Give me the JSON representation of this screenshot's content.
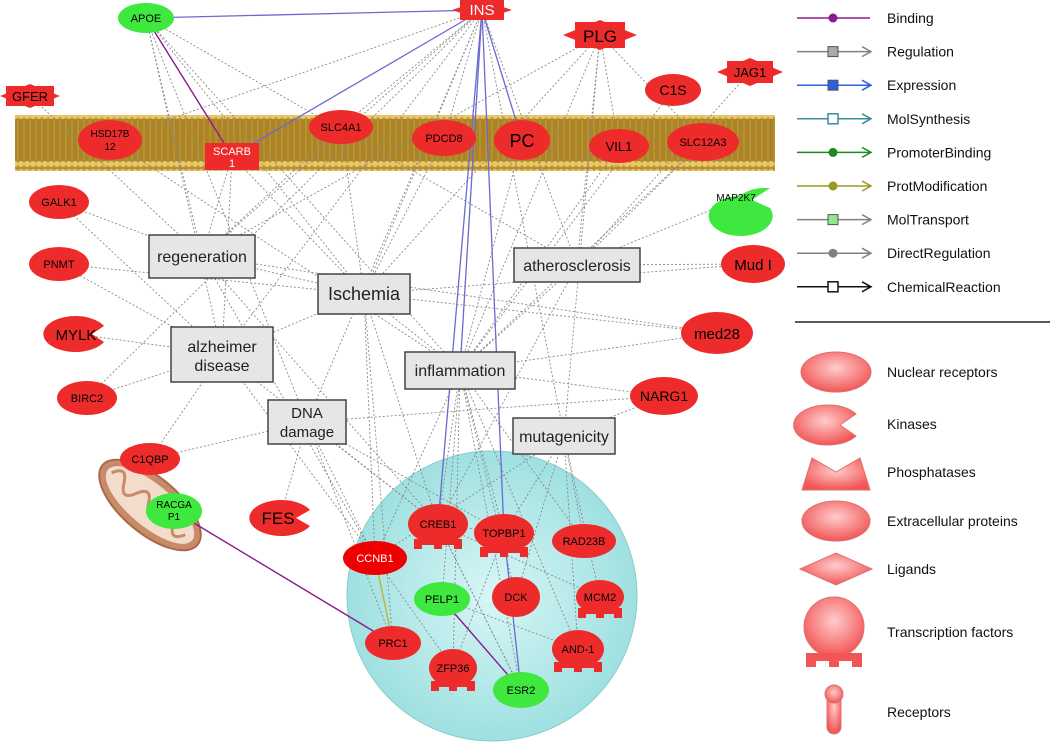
{
  "network": {
    "membrane_color": "#c9a227",
    "nucleus_color": "#9fe0e0",
    "upregulated_color": "#ee2b2b",
    "downregulated_color": "#3ee83e",
    "edge_color": "#888888",
    "binding_color": "#8b1a8b",
    "expression_color": "#6a6ad0",
    "nodes": {
      "apoe": "APOE",
      "ins": "INS",
      "plg": "PLG",
      "gfer": "GFER",
      "jag1": "JAG1",
      "c1s": "C1S",
      "hsd17b12_a": "HSD17B",
      "hsd17b12_b": "12",
      "scarb1_a": "SCARB",
      "scarb1_b": "1",
      "slc4a1": "SLC4A1",
      "pdcd8": "PDCD8",
      "pc": "PC",
      "vil1": "VIL1",
      "slc12a3": "SLC12A3",
      "galk1": "GALK1",
      "map2k7": "MAP2K7",
      "pnmt": "PNMT",
      "mud1": "Mud I",
      "mylk": "MYLK",
      "med28": "med28",
      "birc2": "BIRC2",
      "narg1": "NARG1",
      "c1qbp": "C1QBP",
      "racgap1_a": "RACGA",
      "racgap1_b": "P1",
      "fes": "FES",
      "creb1": "CREB1",
      "topbp1": "TOPBP1",
      "rad23b": "RAD23B",
      "ccnb1": "CCNB1",
      "pelp1": "PELP1",
      "dck": "DCK",
      "mcm2": "MCM2",
      "prc1": "PRC1",
      "and1": "AND-1",
      "zfp36": "ZFP36",
      "esr2": "ESR2"
    },
    "processes": {
      "regeneration": "regeneration",
      "ischemia": "Ischemia",
      "atherosclerosis": "atherosclerosis",
      "alzheimer_a": "alzheimer",
      "alzheimer_b": "disease",
      "inflammation": "inflammation",
      "dna_a": "DNA",
      "dna_b": "damage",
      "mutagenicity": "mutagenicity"
    }
  },
  "legend": {
    "edges": [
      {
        "label": "Binding",
        "color": "#8b1a8b",
        "marker": "dot"
      },
      {
        "label": "Regulation",
        "color": "#808080",
        "marker": "square"
      },
      {
        "label": "Expression",
        "color": "#2e5fe0",
        "marker": "square"
      },
      {
        "label": "MolSynthesis",
        "color": "#3a8c9a",
        "marker": "square-open"
      },
      {
        "label": "PromoterBinding",
        "color": "#1e8a1e",
        "marker": "dot"
      },
      {
        "label": "ProtModification",
        "color": "#9a9a20",
        "marker": "dot"
      },
      {
        "label": "MolTransport",
        "color": "#808080",
        "marker": "square-green"
      },
      {
        "label": "DirectRegulation",
        "color": "#808080",
        "marker": "dot"
      },
      {
        "label": "ChemicalReaction",
        "color": "#111111",
        "marker": "square-open"
      }
    ],
    "shapes": {
      "nuclear": "Nuclear receptors",
      "kinases": "Kinases",
      "phosphatases": "Phosphatases",
      "extracellular": "Extracellular proteins",
      "ligands": "Ligands",
      "tf": "Transcription factors",
      "receptors": "Receptors"
    }
  }
}
